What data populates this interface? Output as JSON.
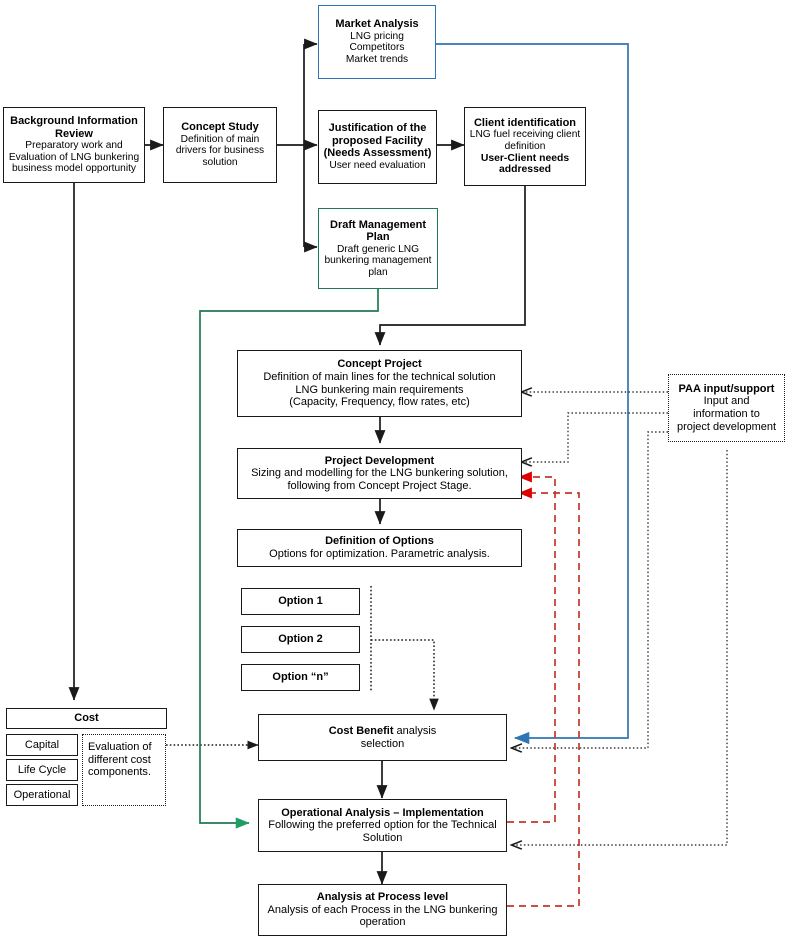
{
  "diagram": {
    "title": "LNG bunkering concept development flowchart",
    "colors": {
      "black": "#1a1a1a",
      "blue": "#2e75b6",
      "green": "#1f7a52",
      "red": "#c00000",
      "dotted_gray": "#3a3a3a"
    }
  },
  "nodes": {
    "background_information_review": {
      "title": "Background Information Review",
      "body": "Preparatory work and Evaluation of LNG bunkering business model opportunity"
    },
    "concept_study": {
      "title": "Concept Study",
      "body": "Definition of main drivers for business solution"
    },
    "market_analysis": {
      "title": "Market Analysis",
      "body": "LNG pricing\nCompetitors\nMarket trends",
      "line1": "LNG pricing",
      "line2": "Competitors",
      "line3": "Market trends"
    },
    "justification": {
      "title_line1": "Justification of the",
      "title_line2": "proposed Facility",
      "title_line3": "(Needs Assessment)",
      "body": "User need evaluation"
    },
    "client_identification": {
      "title": "Client identification",
      "body": "LNG fuel receiving client definition",
      "emphasis": "User-Client needs addressed"
    },
    "draft_management_plan": {
      "title_line1": "Draft Management",
      "title_line2": "Plan",
      "body": "Draft generic LNG bunkering management plan"
    },
    "concept_project": {
      "title": "Concept Project",
      "line1": "Definition of main lines for the  technical solution",
      "line2": "LNG bunkering main requirements",
      "line3": "(Capacity, Frequency, flow rates, etc)"
    },
    "project_development": {
      "title": "Project Development",
      "line1": "Sizing and modelling for the LNG bunkering solution,",
      "line2": "following from Concept Project Stage."
    },
    "definition_of_options": {
      "title": "Definition of Options",
      "body": "Options for optimization. Parametric analysis."
    },
    "option_1": {
      "label": "Option 1"
    },
    "option_2": {
      "label": "Option 2"
    },
    "option_n": {
      "label": "Option “n”"
    },
    "cost_header": {
      "label": "Cost"
    },
    "cost_capital": {
      "label": "Capital"
    },
    "cost_life_cycle": {
      "label": "Life Cycle"
    },
    "cost_operational": {
      "label": "Operational"
    },
    "cost_evaluation_note": {
      "body": "Evaluation of different cost components."
    },
    "cost_benefit": {
      "title": "Cost Benefit",
      "title_rest": " analysis",
      "body": "selection"
    },
    "operational_analysis": {
      "title": "Operational Analysis – Implementation",
      "line1": "Following the preferred option for the Technical",
      "line2": "Solution"
    },
    "analysis_process_level": {
      "title": "Analysis at Process level",
      "line1": "Analysis of each Process in the LNG bunkering",
      "line2": "operation"
    },
    "paa_support": {
      "title": "PAA input/support",
      "line1": "Input and",
      "line2": "information to",
      "line3": "project development"
    }
  }
}
